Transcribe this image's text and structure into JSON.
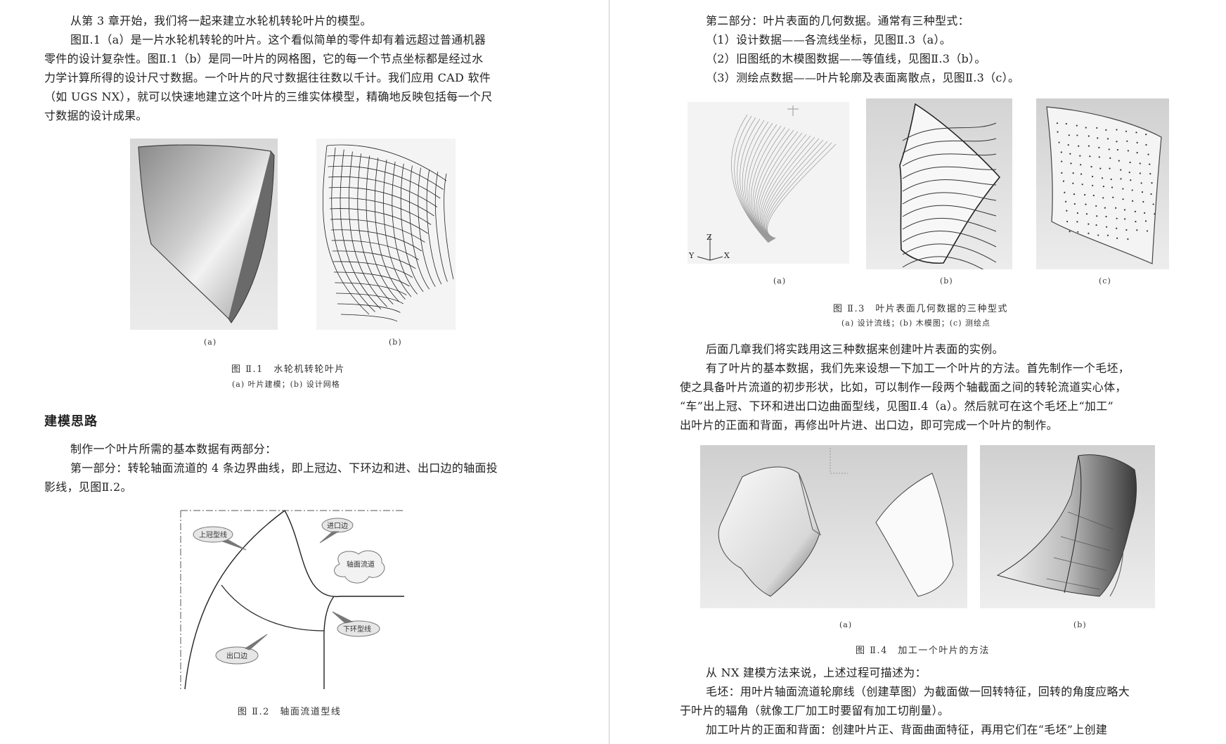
{
  "left": {
    "para1": [
      "从第 3 章开始，我们将一起来建立水轮机转轮叶片的模型。"
    ],
    "para2": [
      "图Ⅱ.1（a）是一片水轮机转轮的叶片。这个看似简单的零件却有着远超过普通机器",
      "零件的设计复杂性。图Ⅱ.1（b）是同一叶片的网格图，它的每一个节点坐标都是经过水",
      "力学计算所得的设计尺寸数据。一个叶片的尺寸数据往往数以千计。我们应用 CAD 软件",
      "（如 UGS NX），就可以快速地建立这个叶片的三维实体模型，精确地反映包括每一个尺",
      "寸数据的设计成果。"
    ],
    "fig1": {
      "sub_a": "(a)",
      "sub_b": "(b)",
      "caption": "图 Ⅱ.1　水轮机转轮叶片",
      "subcaption": "(a) 叶片建模；(b) 设计网格"
    },
    "heading": "建模思路",
    "para3": [
      "制作一个叶片所需的基本数据有两部分："
    ],
    "para4": [
      "第一部分：转轮轴面流道的 4 条边界曲线，即上冠边、下环边和进、出口边的轴面投",
      "影线，见图Ⅱ.2。"
    ],
    "fig2": {
      "label_crown": "上冠型线",
      "label_inlet": "进口边",
      "label_channel": "轴面流道",
      "label_band": "下环型线",
      "label_outlet": "出口边",
      "caption": "图 Ⅱ.2　轴面流道型线"
    }
  },
  "right": {
    "para1": [
      "第二部分：叶片表面的几何数据。通常有三种型式：",
      "（1）设计数据——各流线坐标，见图Ⅱ.3（a）。",
      "（2）旧图纸的木模图数据——等值线，见图Ⅱ.3（b）。",
      "（3）测绘点数据——叶片轮廓及表面离散点，见图Ⅱ.3（c）。"
    ],
    "fig3": {
      "axis_z": "Z",
      "axis_y": "Y",
      "axis_x": "X",
      "sub_a": "(a)",
      "sub_b": "(b)",
      "sub_c": "(c)",
      "caption": "图 Ⅱ.3　叶片表面几何数据的三种型式",
      "subcaption": "(a) 设计流线；(b) 木模图；(c) 测绘点"
    },
    "para2": [
      "后面几章我们将实践用这三种数据来创建叶片表面的实例。",
      "有了叶片的基本数据，我们先来设想一下加工一个叶片的方法。首先制作一个毛坯，",
      "使之具备叶片流道的初步形状，比如，可以制作一段两个轴截面之间的转轮流道实心体，",
      "“车”出上冠、下环和进出口边曲面型线，见图Ⅱ.4（a）。然后就可在这个毛坯上“加工”",
      "出叶片的正面和背面，再修出叶片进、出口边，即可完成一个叶片的制作。"
    ],
    "fig4": {
      "sub_a": "(a)",
      "sub_b": "(b)",
      "caption": "图 Ⅱ.4　加工一个叶片的方法"
    },
    "para3": [
      "从 NX 建模方法来说，上述过程可描述为：",
      "毛坯：用叶片轴面流道轮廓线（创建草图）为截面做一回转特征，回转的角度应略大",
      "于叶片的辐角（就像工厂加工时要留有加工切削量）。",
      "加工叶片的正面和背面：创建叶片正、背面曲面特征，再用它们在“毛坯”上创建"
    ]
  }
}
